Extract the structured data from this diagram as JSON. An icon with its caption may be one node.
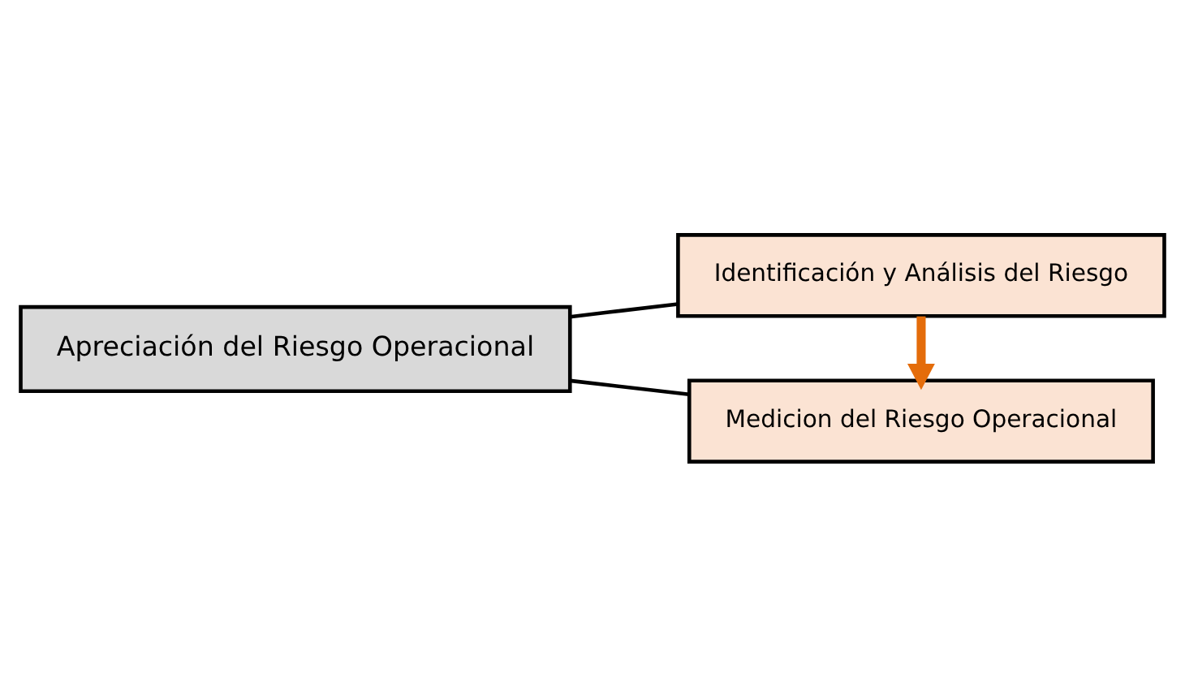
{
  "diagram": {
    "nodes": [
      {
        "text": [
          "Apreciación del Riesgo Operacional"
        ]
      },
      {
        "text": [
          "Identificación y Análisis del Riesgo"
        ]
      },
      {
        "text": [
          "Medicion del Riesgo Operacional"
        ]
      }
    ],
    "edges": [
      {
        "from": 0,
        "to": 1,
        "arrow": "none"
      },
      {
        "from": 0,
        "to": 2,
        "arrow": "none"
      },
      {
        "from": 1,
        "to": 2,
        "arrow": "to",
        "style": "thick",
        "color": "#e46c0a"
      }
    ]
  }
}
